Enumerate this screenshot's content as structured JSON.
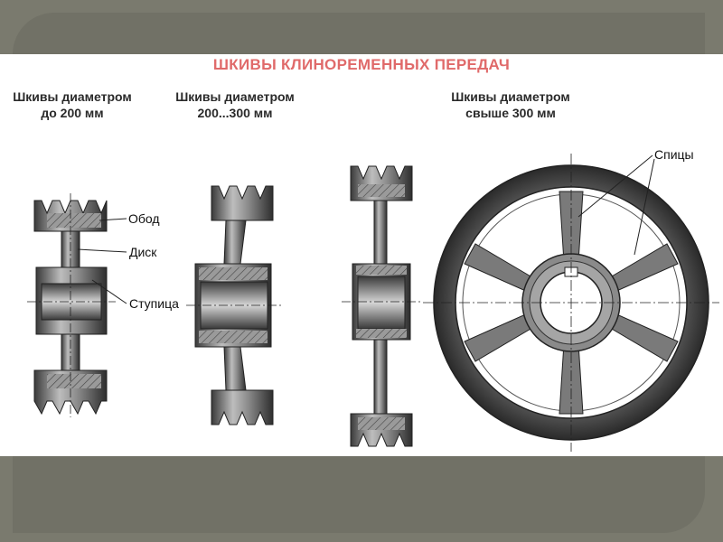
{
  "title": "ШКИВЫ КЛИНОРЕМЕННЫХ ПЕРЕДАЧ",
  "captions": {
    "small": [
      "Шкивы диаметром",
      "до 200 мм"
    ],
    "medium": [
      "Шкивы диаметром",
      "200...300 мм"
    ],
    "large": [
      "Шкивы диаметром",
      "свыше 300 мм"
    ]
  },
  "labels": {
    "rim": "Обод",
    "disk": "Диск",
    "hub": "Ступица",
    "spokes": "Спицы"
  },
  "colors": {
    "frame": "#717166",
    "title": "#e06a6a",
    "metal_dark": "#4a4a4a",
    "metal_light": "#cfcfcf"
  }
}
